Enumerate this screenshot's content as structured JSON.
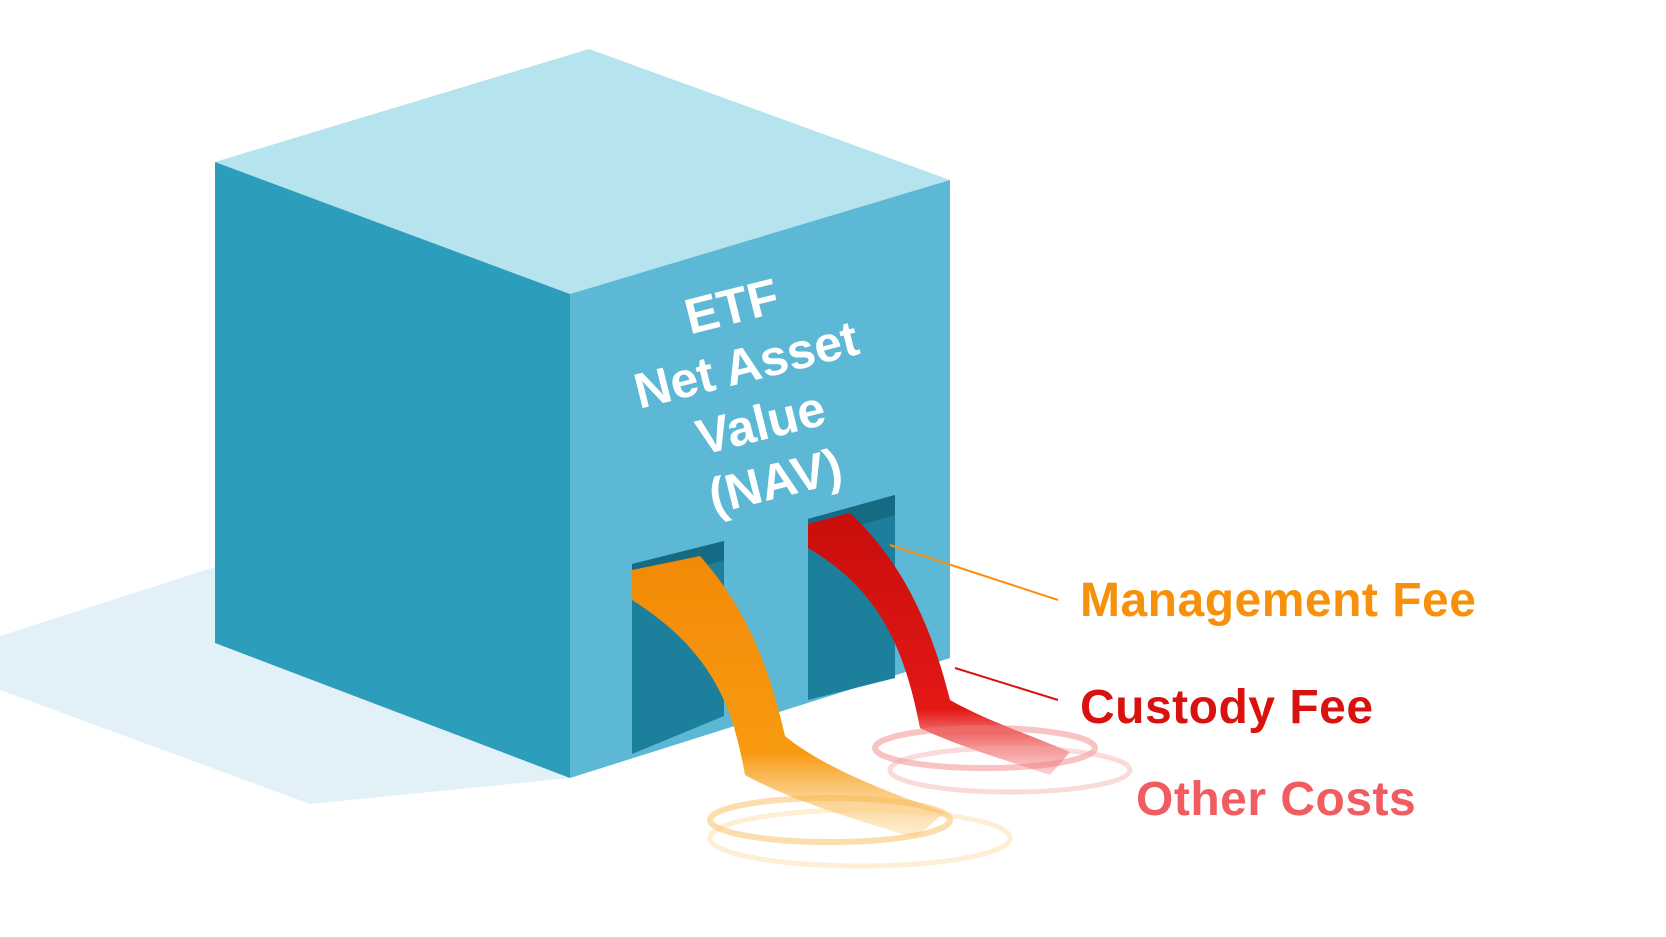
{
  "cube": {
    "lines": [
      "ETF",
      "Net Asset",
      "Value",
      "(NAV)"
    ]
  },
  "outflows": [
    {
      "id": "management",
      "label": "Management Fee"
    },
    {
      "id": "custody",
      "label": "Custody Fee"
    },
    {
      "id": "other",
      "label": "Other Costs"
    }
  ],
  "colors": {
    "cube_top": "#b3e2ec",
    "cube_left": "#2b9cba",
    "cube_right": "#5bb8d3",
    "shadow": "#e3f2f8",
    "management": "#f7900b",
    "custody": "#d8120f",
    "other": "#f05c5f"
  }
}
